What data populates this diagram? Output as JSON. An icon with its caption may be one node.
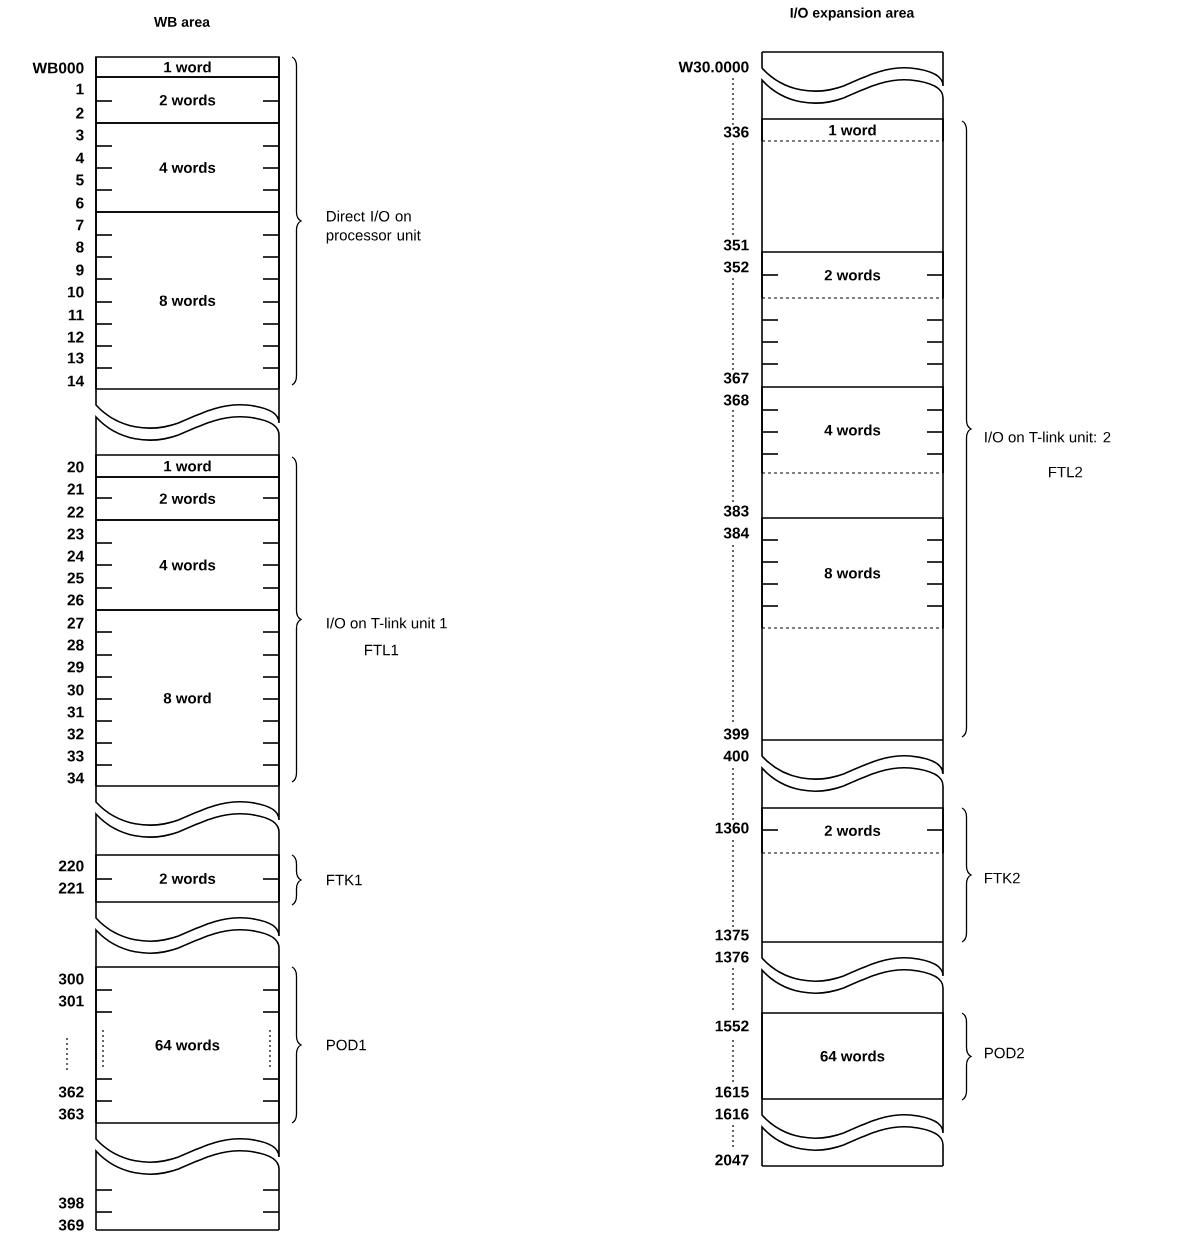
{
  "diagram": {
    "nodes": [
      {
        "text": [
          "1 word"
        ]
      },
      {
        "text": [
          "2 words"
        ]
      },
      {
        "text": [
          "4 words"
        ]
      },
      {
        "text": [
          "8 words"
        ]
      },
      {
        "text": [
          "1 word"
        ]
      },
      {
        "text": [
          "2 words"
        ]
      },
      {
        "text": [
          "4 words"
        ]
      },
      {
        "text": [
          "8 word"
        ]
      },
      {
        "text": [
          "2 words"
        ]
      },
      {
        "text": [
          "64 words"
        ]
      },
      {
        "text": [
          "1 word"
        ]
      },
      {
        "text": [
          "2 words"
        ]
      },
      {
        "text": [
          "4 words"
        ]
      },
      {
        "text": [
          "8 words"
        ]
      },
      {
        "text": [
          "2 words"
        ]
      },
      {
        "text": [
          "64  words"
        ]
      }
    ],
    "labels": [
      "WB area",
      "WB000",
      "1",
      "2",
      "3",
      "4",
      "5",
      "6",
      "7",
      "8",
      "9",
      "10",
      "11",
      "12",
      "13",
      "14",
      "20",
      "21",
      "22",
      "23",
      "24",
      "25",
      "26",
      "27",
      "28",
      "29",
      "30",
      "31",
      "32",
      "33",
      "34",
      "220",
      "221",
      "300",
      "301",
      "362",
      "363",
      "398",
      "369",
      "Direct I/O on processor unit",
      "I/O on T-link unit 1",
      "FTL1",
      "FTK1",
      "POD1",
      "I/O expansion area",
      "W30.0000",
      "336",
      "351",
      "352",
      "367",
      "368",
      "383",
      "384",
      "399",
      "400",
      "1360",
      "1375",
      "1376",
      "1552",
      "1615",
      "1616",
      "2047",
      "I/O on T-link unit: 2",
      "FTL2",
      "FTK2",
      "POD2"
    ]
  }
}
